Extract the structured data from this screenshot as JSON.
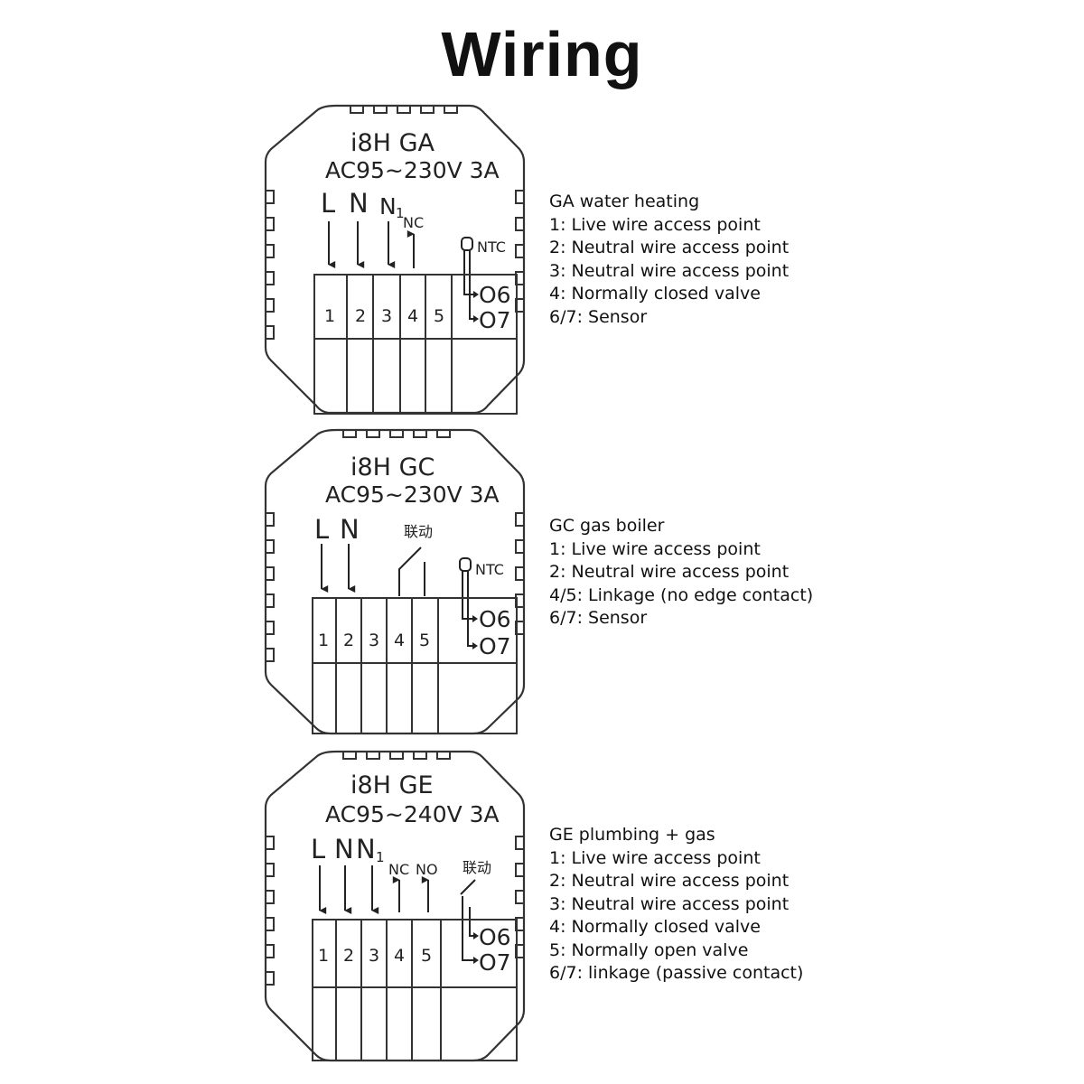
{
  "title": "Wiring",
  "units": [
    {
      "model": "i8H  GA",
      "spec": "AC95~230V  3A",
      "labels": {
        "L": "L",
        "N": "N",
        "N1": "N",
        "N1_sub": "1",
        "NC": "NC",
        "NTC": "NTC",
        "o6": "O6",
        "o7": "O7"
      },
      "terminals": [
        "1",
        "2",
        "3",
        "4",
        "5"
      ],
      "description": [
        "GA water heating",
        "1: Live wire access point",
        "2: Neutral wire access point",
        "3: Neutral wire access point",
        "4: Normally closed valve",
        "6/7: Sensor"
      ]
    },
    {
      "model": "i8H  GC",
      "spec": "AC95~230V  3A",
      "labels": {
        "L": "L",
        "N": "N",
        "link": "联动",
        "NTC": "NTC",
        "o6": "O6",
        "o7": "O7"
      },
      "terminals": [
        "1",
        "2",
        "3",
        "4",
        "5"
      ],
      "description": [
        "GC gas boiler",
        "1: Live wire access point",
        "2: Neutral wire access point",
        "4/5: Linkage (no edge contact)",
        "6/7: Sensor"
      ]
    },
    {
      "model": "i8H  GE",
      "spec": "AC95~240V  3A",
      "labels": {
        "L": "L",
        "N": "N",
        "N1": "N",
        "N1_sub": "1",
        "NC": "NC",
        "NO": "NO",
        "link": "联动",
        "o6": "O6",
        "o7": "O7"
      },
      "terminals": [
        "1",
        "2",
        "3",
        "4",
        "5"
      ],
      "description": [
        "GE plumbing + gas",
        "1: Live wire access point",
        "2: Neutral wire access point",
        "3: Neutral wire access point",
        "4: Normally closed valve",
        "5: Normally open valve",
        "6/7: linkage (passive contact)"
      ]
    }
  ]
}
